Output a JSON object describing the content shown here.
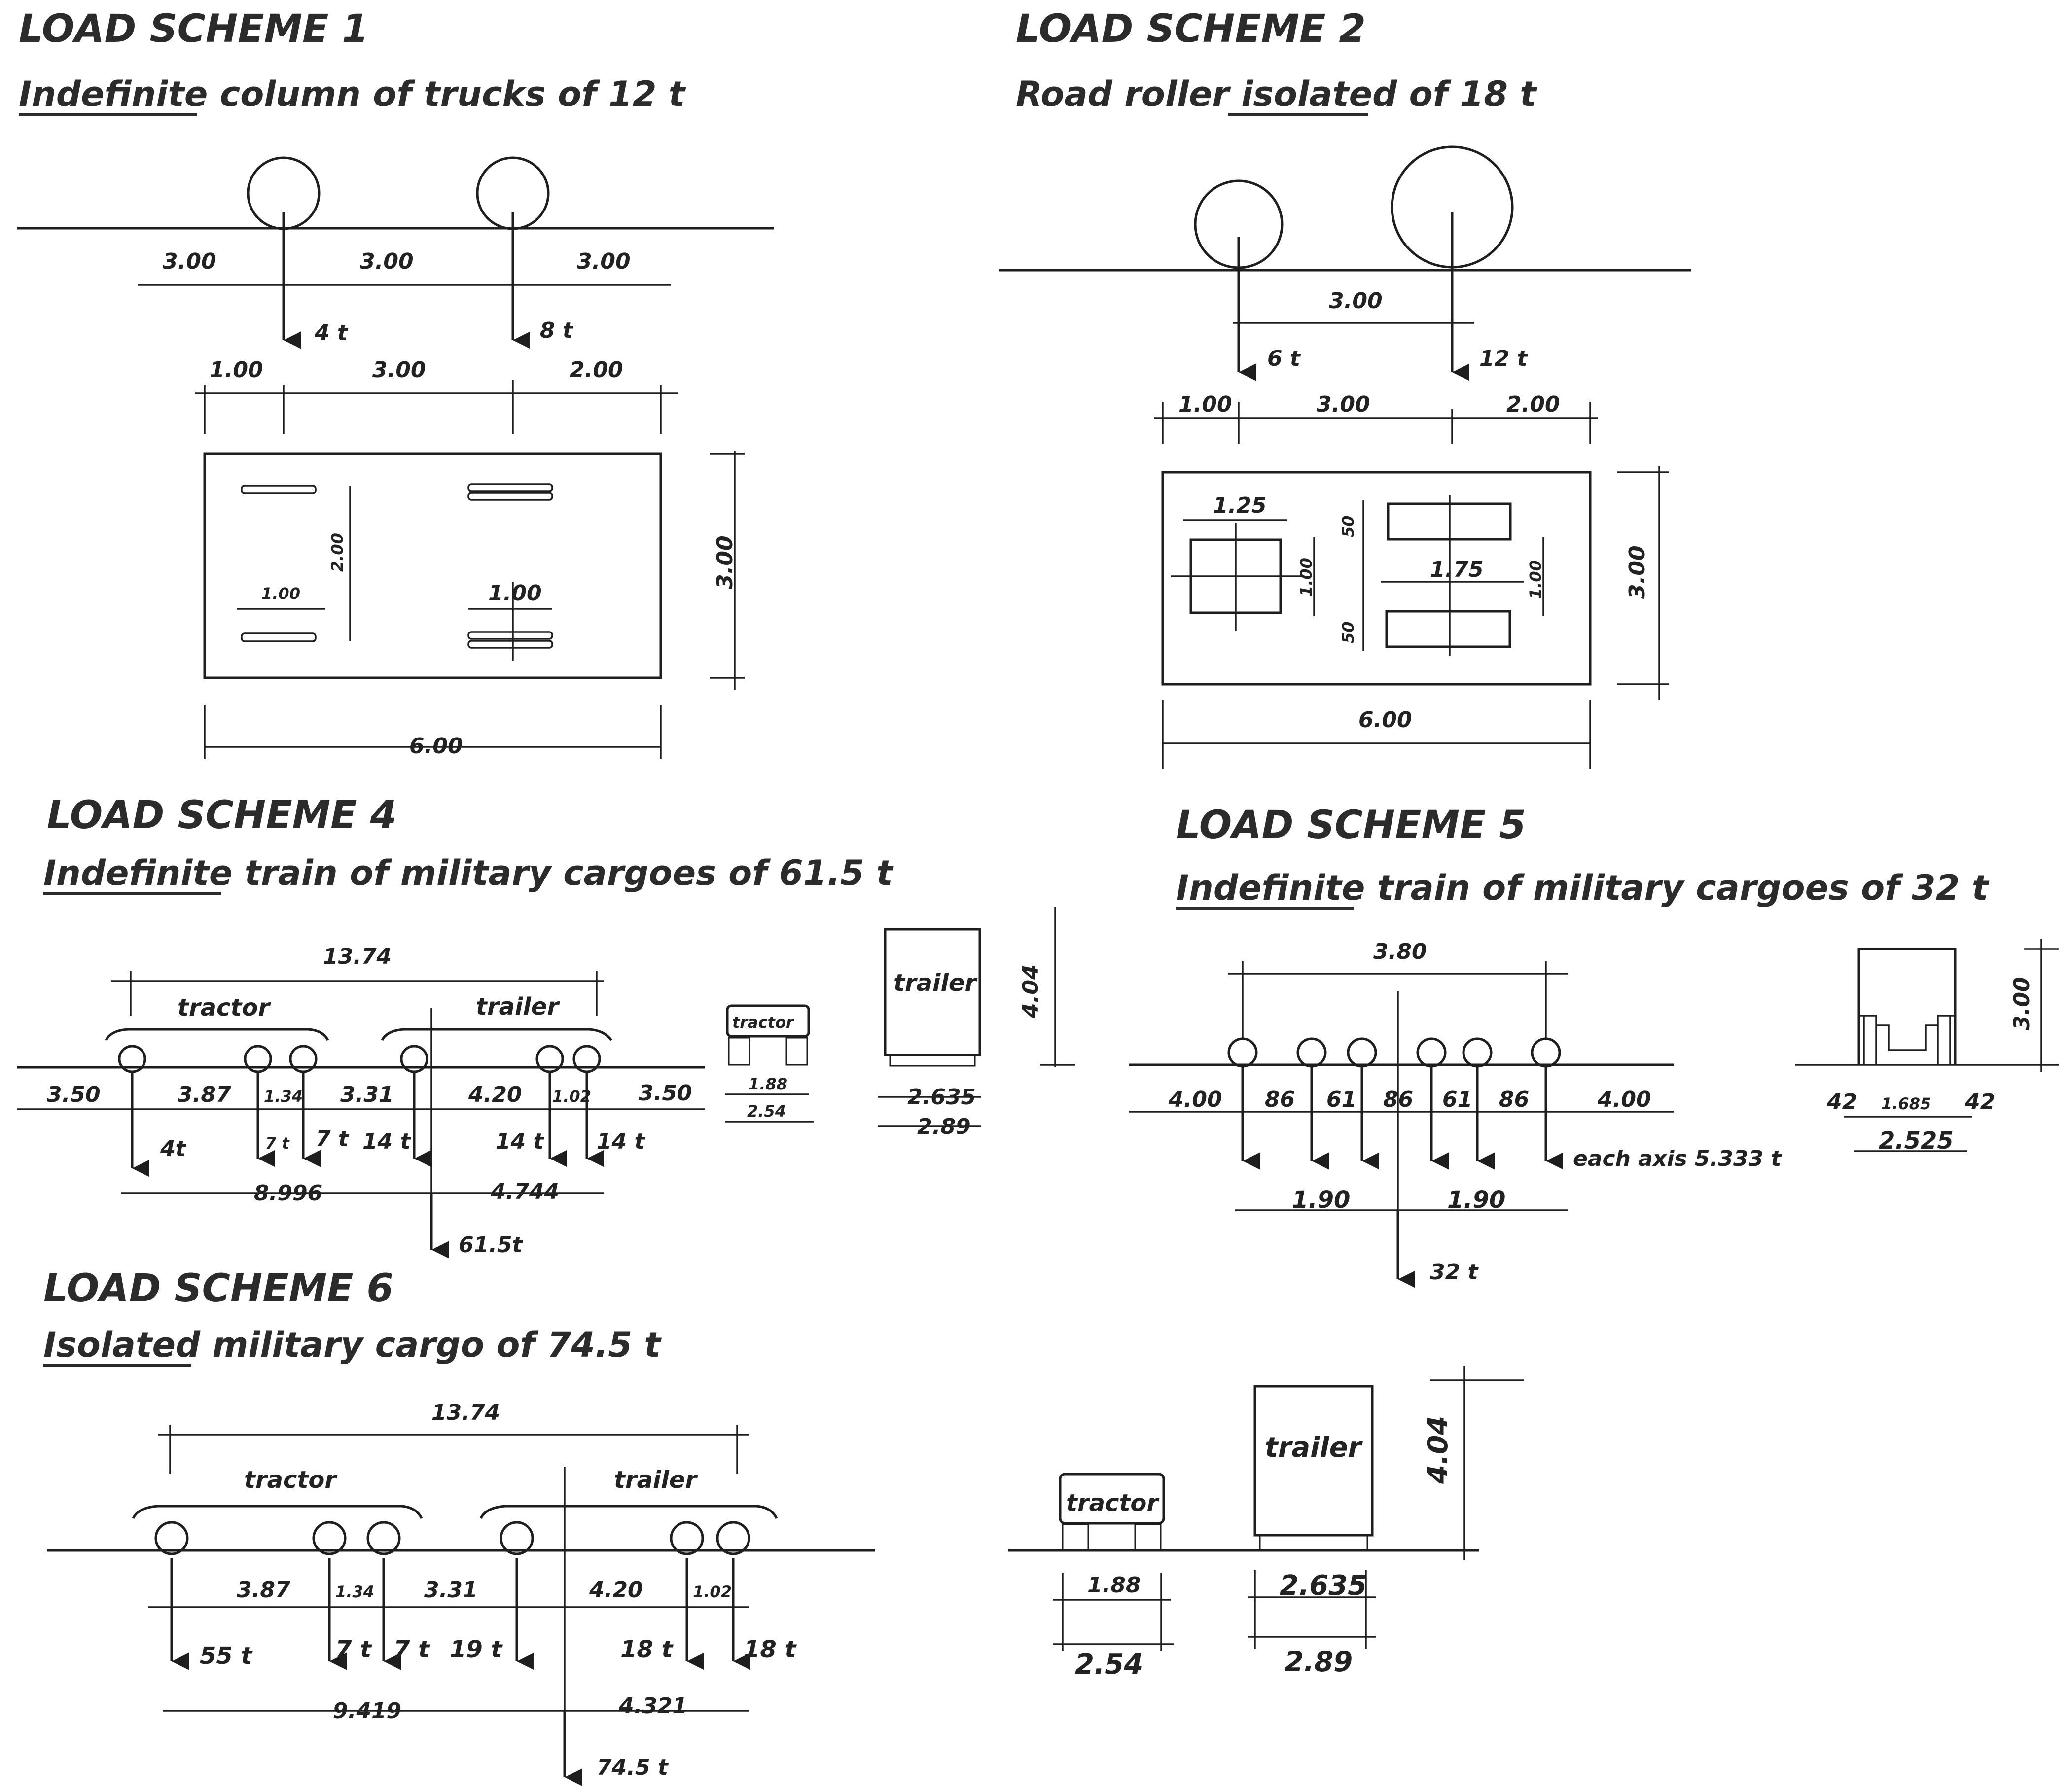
{
  "scheme1": {
    "title": "LOAD SCHEME 1",
    "subtitle_underlined": "Indefinite",
    "subtitle_rest": "column of trucks of 12 t",
    "spacing_left": "3.00",
    "spacing_mid": "3.00",
    "spacing_right": "3.00",
    "load_a": "4 t",
    "load_b": "8 t",
    "plan_left": "1.00",
    "plan_mid": "3.00",
    "plan_right": "2.00",
    "track": "2.00",
    "tyre_a": "1.00",
    "tyre_b": "1.00",
    "height": "3.00",
    "length": "6.00"
  },
  "scheme2": {
    "title": "LOAD SCHEME 2",
    "subtitle_pre": "Road roller",
    "subtitle_underlined": "isolated",
    "subtitle_rest": "of 18 t",
    "spacing": "3.00",
    "load_a": "6 t",
    "load_b": "12 t",
    "plan_left": "1.00",
    "plan_mid": "3.00",
    "plan_right": "2.00",
    "front_w": "1.25",
    "front_h": "1.00",
    "rear_gap_top": "50",
    "rear_gap_bot": "50",
    "rear_w": "1.75",
    "rear_h": "1.00",
    "height": "3.00",
    "length": "6.00"
  },
  "scheme4": {
    "title": "LOAD SCHEME 4",
    "subtitle_underlined": "Indefinite",
    "subtitle_rest": "train of military cargoes of 61.5 t",
    "total_len": "13.74",
    "tractor": "tractor",
    "trailer": "trailer",
    "d1": "3.50",
    "d2": "3.87",
    "d3": "1.34",
    "d4": "3.31",
    "d5": "4.20",
    "d6": "1.02",
    "d7": "3.50",
    "l1": "4t",
    "l2": "7 t",
    "l3": "7 t",
    "l4": "14 t",
    "l5": "14 t",
    "l6": "14 t",
    "res_left": "8.996",
    "res_right": "4.744",
    "resultant": "61.5t",
    "tractor_w1": "1.88",
    "tractor_w2": "2.54",
    "trailer_w1": "2.635",
    "trailer_w2": "2.89",
    "height": "4.04"
  },
  "scheme5": {
    "title": "LOAD SCHEME 5",
    "subtitle_underlined": "Indefinite",
    "subtitle_rest": "train of military cargoes of 32 t",
    "span": "3.80",
    "d_out_l": "4.00",
    "d1": "86",
    "d2": "61",
    "d3": "86",
    "d4": "61",
    "d5": "86",
    "d_out_r": "4.00",
    "axis_note": "each axis 5.333 t",
    "half_l": "1.90",
    "half_r": "1.90",
    "resultant": "32 t",
    "side_l": "42",
    "mid": "1.685",
    "side_r": "42",
    "width": "2.525",
    "height": "3.00"
  },
  "scheme6": {
    "title": "LOAD SCHEME 6",
    "subtitle_underlined": "Isolated",
    "subtitle_rest": "military cargo of 74.5 t",
    "total_len": "13.74",
    "tractor": "tractor",
    "trailer": "trailer",
    "d2": "3.87",
    "d3": "1.34",
    "d4": "3.31",
    "d5": "4.20",
    "d6": "1.02",
    "l1": "55 t",
    "l2": "7 t",
    "l3": "7 t",
    "l4": "19 t",
    "l5": "18 t",
    "l6": "18 t",
    "res_left": "9.419",
    "res_right": "4.321",
    "resultant": "74.5 t",
    "tractor_w1": "1.88",
    "tractor_w2": "2.54",
    "trailer_w1": "2.635",
    "trailer_w2": "2.89",
    "height": "4.04"
  }
}
